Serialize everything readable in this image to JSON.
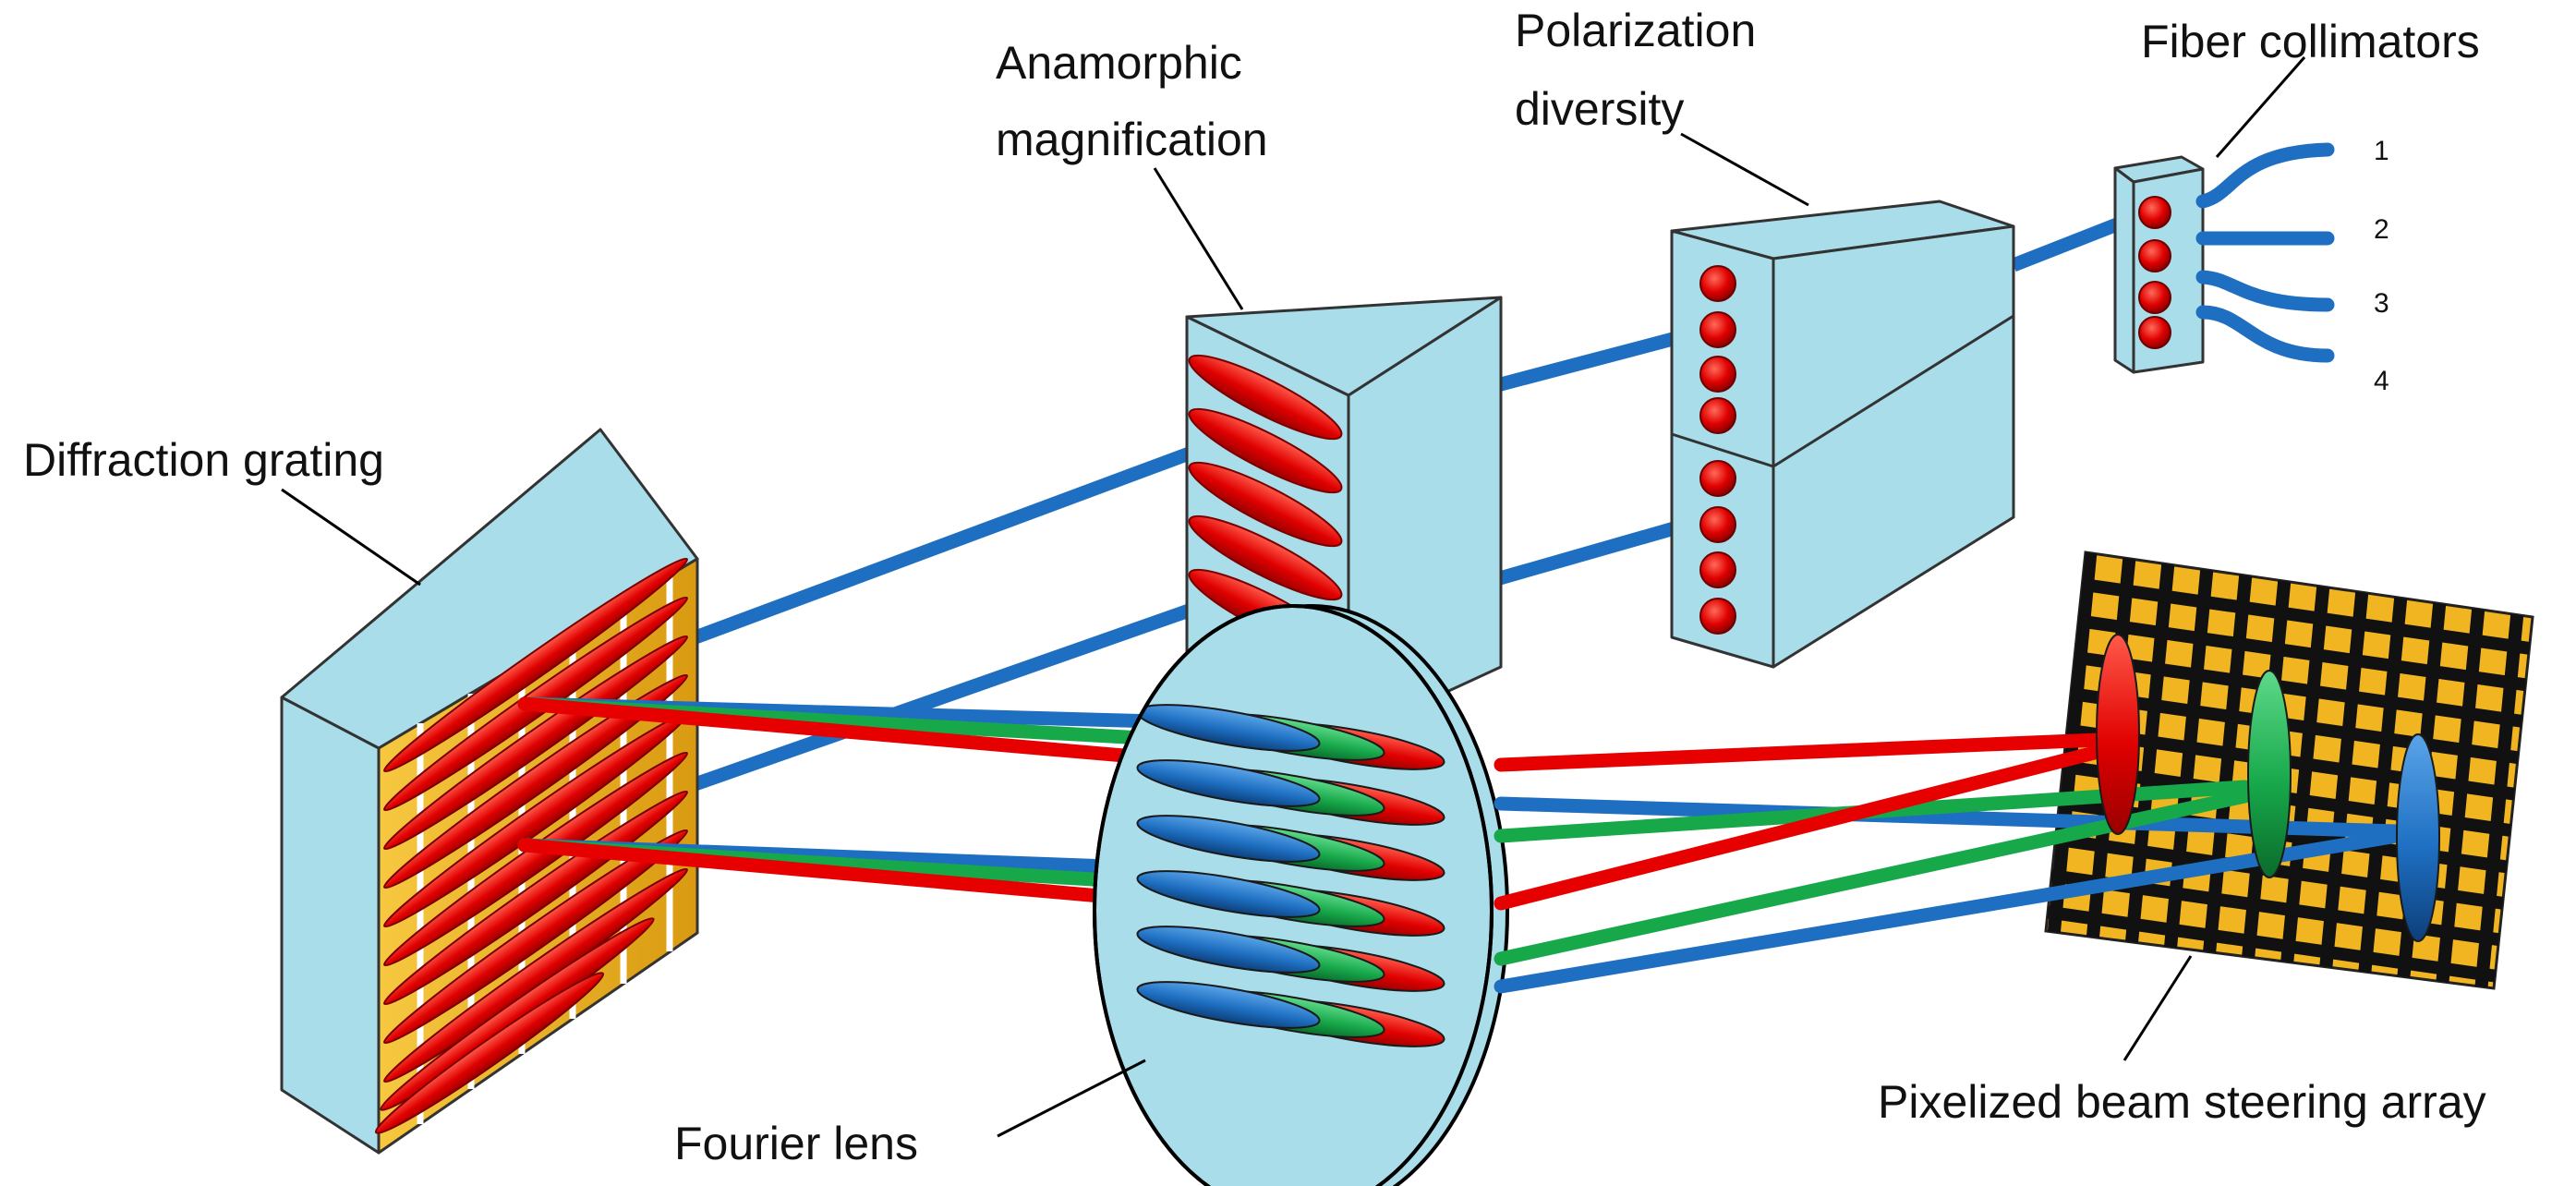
{
  "diagram": {
    "labels": {
      "diffraction_grating": "Diffraction grating",
      "anamorphic_line1": "Anamorphic",
      "anamorphic_line2": "magnification",
      "polarization_line1": "Polarization",
      "polarization_line2": "diversity",
      "fiber_collimators": "Fiber collimators",
      "fourier_lens": "Fourier lens",
      "beam_steering_array": "Pixelized beam steering array"
    },
    "fiber_ports": [
      "1",
      "2",
      "3",
      "4"
    ],
    "colors": {
      "component_fill": "#a8dde9",
      "beam_blue": "#1e6fc2",
      "beam_red": "#e60000",
      "beam_green": "#17a84a",
      "grating_gold": "#f0b520",
      "array_black": "#111111"
    }
  }
}
